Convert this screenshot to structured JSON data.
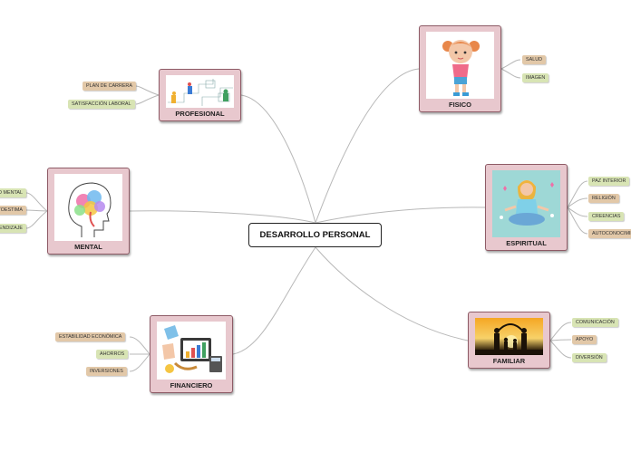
{
  "central": "DESARROLLO PERSONAL",
  "topics": {
    "profesional": {
      "label": "PROFESIONAL",
      "icon": "career-path-illustration",
      "subs": [
        "PLAN DE CARRERA",
        "SATISFACCIÓN LABORAL"
      ]
    },
    "fisico": {
      "label": "FISICO",
      "icon": "girl-illustration",
      "subs": [
        "SALUD",
        "IMAGEN"
      ]
    },
    "mental": {
      "label": "MENTAL",
      "icon": "brain-head-illustration",
      "subs": [
        "SALUD MENTAL",
        "AUTOESTIMA",
        "APRENDIZAJE"
      ]
    },
    "espiritual": {
      "label": "ESPIRITUAL",
      "icon": "meditation-illustration",
      "subs": [
        "PAZ INTERIOR",
        "RELIGIÓN",
        "CREENCIAS",
        "AUTOCONOCIMIENTO"
      ]
    },
    "familiar": {
      "label": "FAMILIAR",
      "icon": "family-silhouette-illustration",
      "subs": [
        "COMUNICACIÓN",
        "APOYO",
        "DIVERSIÓN"
      ]
    },
    "financiero": {
      "label": "FINANCIERO",
      "icon": "finance-illustration",
      "subs": [
        "ESTABILIDAD ECONÓMICA",
        "AHORROS",
        "INVERSIONES"
      ]
    }
  },
  "colors": {
    "topic_fill": "#e8c8ce",
    "topic_border": "#8e5b66",
    "sub_tan": "#e2c8a8",
    "sub_green": "#d8e4b4",
    "link": "#b8b8b8"
  }
}
